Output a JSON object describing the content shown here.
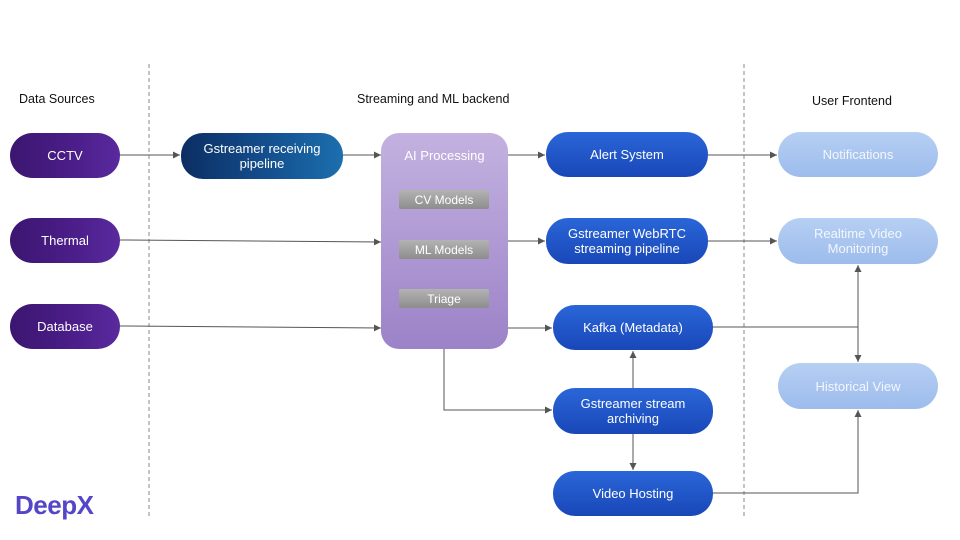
{
  "headings": {
    "data_sources": "Data Sources",
    "backend": "Streaming and ML backend",
    "frontend": "User Frontend"
  },
  "sources": {
    "cctv": "CCTV",
    "thermal": "Thermal",
    "database": "Database"
  },
  "backend": {
    "gstreamer_receiving": "Gstreamer receiving pipeline",
    "ai_processing": {
      "title": "AI Processing",
      "modules": [
        "CV Models",
        "ML Models",
        "Triage"
      ]
    },
    "alert_system": "Alert System",
    "webrtc": "Gstreamer WebRTC streaming pipeline",
    "kafka": "Kafka (Metadata)",
    "archiving": "Gstreamer stream archiving",
    "video_hosting": "Video Hosting"
  },
  "frontend": {
    "notifications": "Notifications",
    "realtime": "Realtime Video Monitoring",
    "historical": "Historical View"
  },
  "logo": "DeepX",
  "colors": {
    "source_purple": "#4c1e8a",
    "receiving_blue": "#14508f",
    "backend_blue": "#1f55c6",
    "ai_lavender": "#b09ad6",
    "module_gray": "#a0a0a0",
    "frontend_lightblue": "#a9c5ef",
    "logo": "#5546c9",
    "connector": "#555555",
    "divider": "#8a8a8a"
  }
}
